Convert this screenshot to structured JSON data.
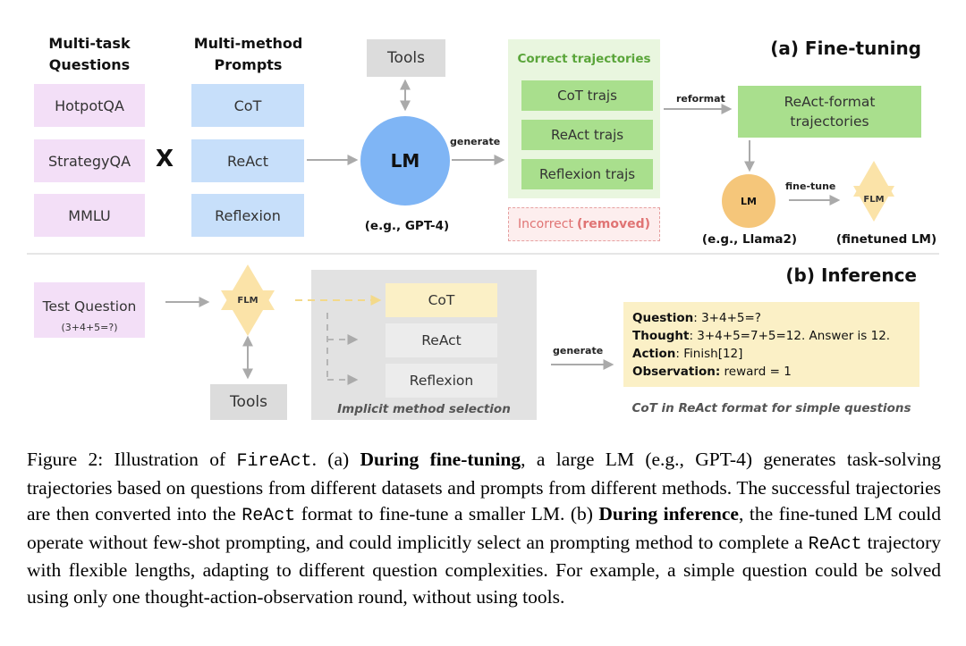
{
  "finetune": {
    "section_title": "(a) Fine-tuning",
    "questions_header": "Multi-task\nQuestions",
    "questions": [
      "HotpotQA",
      "StrategyQA",
      "MMLU"
    ],
    "times_symbol": "X",
    "prompts_header": "Multi-method\nPrompts",
    "prompts": [
      "CoT",
      "ReAct",
      "Reflexion"
    ],
    "tools_label": "Tools",
    "lm_label": "LM",
    "lm_example": "(e.g., GPT-4)",
    "generate_label": "generate",
    "correct_header": "Correct trajectories",
    "trajectories": [
      "CoT trajs",
      "ReAct trajs",
      "Reflexion trajs"
    ],
    "incorrect_prefix": "Incorrect ",
    "incorrect_suffix": "(removed)",
    "reformat_label": "reformat",
    "react_format_label": "ReAct-format\ntrajectories",
    "small_lm_label": "LM",
    "small_lm_example": "(e.g., Llama2)",
    "finetune_label": "fine-tune",
    "flm_label": "FLM",
    "flm_caption": "(finetuned LM)"
  },
  "inference": {
    "section_title": "(b) Inference",
    "test_question": "Test Question",
    "test_example": "(3+4+5=?)",
    "flm_label": "FLM",
    "tools_label": "Tools",
    "methods": [
      "CoT",
      "ReAct",
      "Reflexion"
    ],
    "selection_caption": "Implicit method selection",
    "generate_label": "generate",
    "output": {
      "question_key": "Question",
      "question_val": ": 3+4+5=?",
      "thought_key": "Thought",
      "thought_val": ": 3+4+5=7+5=12. Answer is 12.",
      "action_key": "Action",
      "action_val": ": Finish[12]",
      "observation_key": "Observation:",
      "observation_val": " reward = 1"
    },
    "output_caption": "CoT in ReAct format for simple questions"
  },
  "caption": {
    "p1": "Figure 2: Illustration of ",
    "name1": "FireAct",
    "p2": ". (a) ",
    "bold1": "During fine-tuning",
    "p3": ", a large LM (e.g., GPT-4) generates task-solving trajectories based on questions from different datasets and prompts from different methods. The successful trajectories are then converted into the ",
    "name2": "ReAct",
    "p4": " format to fine-tune a smaller LM. (b) ",
    "bold2": "During inference",
    "p5": ", the fine-tuned LM could operate without few-shot prompting, and could implicitly select an prompting method to complete a ",
    "name3": "ReAct",
    "p6": " trajectory with flexible lengths, adapting to different question complexities. For example, a simple question could be solved using only one thought-action-observation round, without using tools."
  },
  "colors": {
    "question_bg": "#f3dff7",
    "prompt_bg": "#c7dffa",
    "lm_blue": "#7fb5f5",
    "green_panel": "#e9f6df",
    "traj_green": "#a9df8d",
    "small_lm_orange": "#f5c67a",
    "flm_star": "#fbe3a8",
    "arrow_gray": "#aaaaaa"
  }
}
